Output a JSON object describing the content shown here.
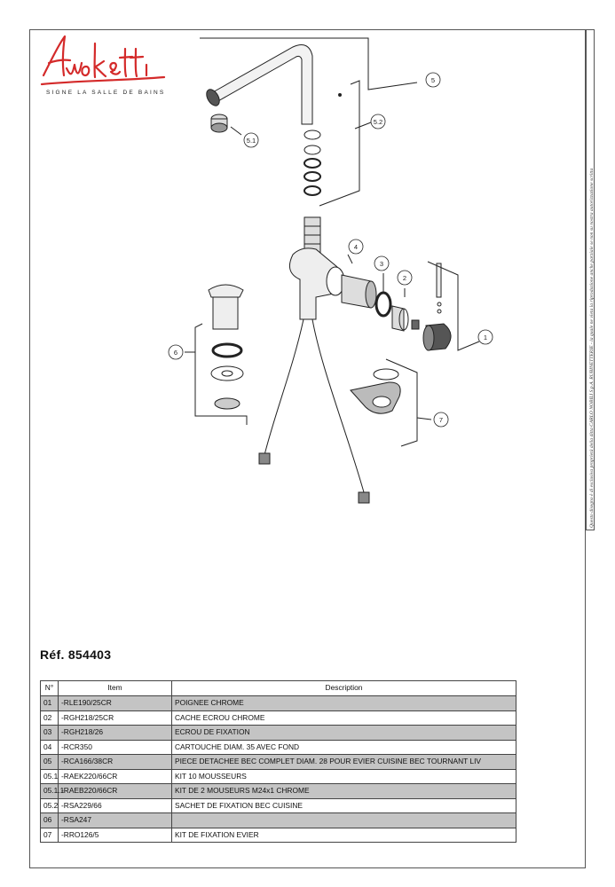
{
  "brand": {
    "logo_text": "Avoketti",
    "tagline": "SIGNE LA SALLE DE BAINS"
  },
  "side_notice": "Questo disegno è di esclusiva proprietà della ditta CARLO NOBILI S.p.A. RUBINETTERIE - la quale ne vieta la riproduzione anche parziale se non su nostra autorizzazione scritta",
  "diagram": {
    "callouts": [
      "5",
      "5.2",
      "5.1",
      "4",
      "3",
      "2",
      "1",
      "6",
      "7"
    ]
  },
  "reference": "Réf. 854403",
  "table": {
    "headers": [
      "N°",
      "Item",
      "Description"
    ],
    "rows": [
      {
        "n": "01",
        "item": "-RLE190/25CR",
        "desc": "POIGNEE CHROME",
        "shade": true
      },
      {
        "n": "02",
        "item": "-RGH218/25CR",
        "desc": "CACHE ECROU CHROME",
        "shade": false
      },
      {
        "n": "03",
        "item": "-RGH218/26",
        "desc": "ECROU DE FIXATION",
        "shade": true
      },
      {
        "n": "04",
        "item": "-RCR350",
        "desc": "CARTOUCHE DIAM. 35 AVEC FOND",
        "shade": false
      },
      {
        "n": "05",
        "item": "-RCA166/38CR",
        "desc": "PIECE DETACHEE BEC COMPLET DIAM. 28 POUR EVIER CUISINE BEC TOURNANT LIV",
        "shade": true
      },
      {
        "n": "05.1",
        "item": "-RAEK220/66CR",
        "desc": "KIT 10 MOUSSEURS",
        "shade": false
      },
      {
        "n": "05.1.1",
        "item": "-RAEB220/66CR",
        "desc": "KIT DE 2 MOUSEURS M24x1 CHROME",
        "shade": true
      },
      {
        "n": "05.2",
        "item": "-RSA229/66",
        "desc": "SACHET DE FIXATION BEC CUISINE",
        "shade": false
      },
      {
        "n": "06",
        "item": "-RSA247",
        "desc": "",
        "shade": true
      },
      {
        "n": "07",
        "item": "-RRO126/5",
        "desc": "KIT DE  FIXATION EVIER",
        "shade": false
      }
    ]
  }
}
